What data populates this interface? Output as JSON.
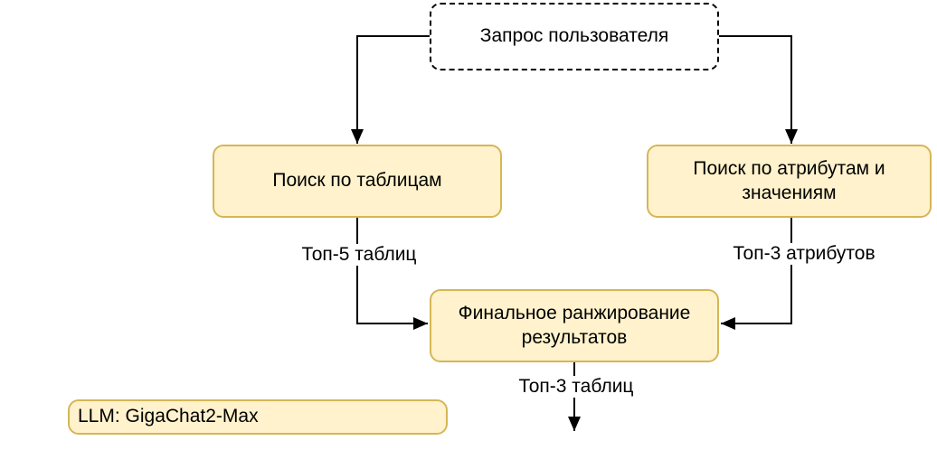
{
  "diagram": {
    "nodes": {
      "user_query": {
        "label": "Запрос пользователя"
      },
      "table_search": {
        "label": "Поиск по таблицам"
      },
      "attr_search": {
        "label": "Поиск по атрибутам и значениям"
      },
      "final_ranking": {
        "label": "Финальное ранжирование результатов"
      },
      "llm_note": {
        "label": "LLM: GigaChat2-Max"
      }
    },
    "edge_labels": {
      "top5_tables": "Топ-5 таблиц",
      "top3_attributes": "Топ-3 атрибутов",
      "top3_tables": "Топ-3 таблиц"
    }
  },
  "colors": {
    "node-fill": "#FFF2CC",
    "node-border": "#D6B656",
    "line": "#000000",
    "text": "#000000",
    "background": "#FFFFFF"
  }
}
